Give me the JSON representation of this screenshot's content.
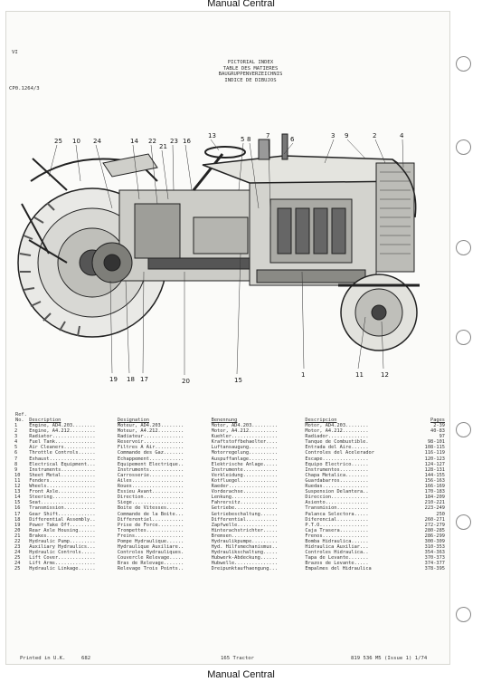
{
  "banner": {
    "top": "Manual Central",
    "bottom": "Manual Central"
  },
  "header": {
    "page_roman": "VI",
    "code": "CP0.1264/3",
    "title_lines": [
      "PICTORIAL INDEX",
      "TABLE DES MATIERES",
      "BAUGRUPPENVERZEICHNIS",
      "INDICE DE DIBUJOS"
    ]
  },
  "callouts": {
    "top": [
      "25",
      "10",
      "24",
      "14",
      "22",
      "21",
      "23",
      "16",
      "13",
      "5",
      "8",
      "7",
      "6",
      "3",
      "9",
      "2",
      "4"
    ],
    "bottom": [
      "19",
      "18",
      "17",
      "20",
      "15",
      "1",
      "11",
      "12"
    ]
  },
  "table": {
    "ref_header": [
      "Ref.",
      "No."
    ],
    "columns": [
      "Description",
      "Designation",
      "Benennung",
      "Descripcion",
      "Pages"
    ],
    "rows": [
      [
        "1",
        "Engine, AD4.203........",
        "Moteur, AD4.203........",
        "Motor, AD4.203.........",
        "Motor, AD4.203........",
        "2-39"
      ],
      [
        "2",
        "Engine, A4.212.........",
        "Moteur, A4.212.........",
        "Motor, A4.212..........",
        "Motor, A4.212.........",
        "40-83"
      ],
      [
        "3",
        "Radiator...............",
        "Radiateur..............",
        "Kuehler................",
        "Radiador..............",
        "97"
      ],
      [
        "4",
        "Fuel Tank..............",
        "Reservoir..............",
        "Kraftstoffbehaelter....",
        "Tanque de Combustible.",
        "98-101"
      ],
      [
        "5",
        "Air Cleaners...........",
        "Filtres A Air..........",
        "Luftansaugung..........",
        "Entrada del Aire......",
        "108-115"
      ],
      [
        "6",
        "Throttle Controls......",
        "Commande des Gaz.......",
        "Motorregelung..........",
        "Controles del Acelerador",
        "116-119"
      ],
      [
        "7",
        "Exhaust................",
        "Echappement............",
        "Auspuffanlage..........",
        "Escape................",
        "120-123"
      ],
      [
        "8",
        "Electrical Equipment...",
        "Equipement Electrique..",
        "Elektrische Anlage.....",
        "Equipo Electrico......",
        "124-127"
      ],
      [
        "9",
        "Instruments............",
        "Instruments............",
        "Instrumente............",
        "Instrumentos..........",
        "128-131"
      ],
      [
        "10",
        "Sheet Metal............",
        "Carrosserie............",
        "Verkleidung............",
        "Chapa Metalica........",
        "144-155"
      ],
      [
        "11",
        "Fenders................",
        "Ailes..................",
        "Kotfluegel.............",
        "Guardabarros..........",
        "156-163"
      ],
      [
        "12",
        "Wheels.................",
        "Roues..................",
        "Raeder.................",
        "Ruedas................",
        "166-169"
      ],
      [
        "13",
        "Front Axle.............",
        "Essieu Avant...........",
        "Vorderachse............",
        "Suspension Delantera..",
        "170-183"
      ],
      [
        "14",
        "Steering...............",
        "Direction..............",
        "Lenkung................",
        "Direccion.............",
        "184-209"
      ],
      [
        "15",
        "Seat...................",
        "Siege..................",
        "Fahrersitz.............",
        "Asiento...............",
        "210-221"
      ],
      [
        "16",
        "Transmission...........",
        "Boite de Vitesses......",
        "Getriebe...............",
        "Transmision...........",
        "223-249"
      ],
      [
        "17",
        "Gear Shift.............",
        "Commande de la Boite...",
        "Getriebeschaltung......",
        "Palanca Selectora.....",
        "250"
      ],
      [
        "18",
        "Differential Assembly..",
        "Differentiel...........",
        "Differential...........",
        "Diferencial...........",
        "260-271"
      ],
      [
        "19",
        "Power Take Off.........",
        "Prise de Force.........",
        "Zapfwelle..............",
        "P.T.O.................",
        "272-279"
      ],
      [
        "20",
        "Rear Axle Housing......",
        "Trompettes.............",
        "Hinterachstrichter.....",
        "Caja Trasera..........",
        "280-285"
      ],
      [
        "21",
        "Brakes.................",
        "Freins.................",
        "Bremsen................",
        "Frenos................",
        "286-299"
      ],
      [
        "22",
        "Hydraulic Pump.........",
        "Pompe Hydraulique......",
        "Hydraulikpumpe.........",
        "Bomba Hidraulica......",
        "300-309"
      ],
      [
        "23",
        "Auxiliary Hydraulics...",
        "Hydraulique Auxiliare..",
        "Hyd. Hilfsmechanismus..",
        "Hidraulica Auxiliar...",
        "310-353"
      ],
      [
        "24",
        "Hydraulic Controls.....",
        "Controles Hydrauliques.",
        "Hydraulikschaltung.....",
        "Controles Hidraulica..",
        "354-363"
      ],
      [
        "25",
        "Lift Cover.............",
        "Couvercle Relevage.....",
        "Hubwerk-Abdeckung......",
        "Tapa de Levante.......",
        "370-373"
      ],
      [
        "24",
        "Lift Arms..............",
        "Bras de Relevage.......",
        "Hubwelle...............",
        "Brazos de Levante.....",
        "374-377"
      ],
      [
        "25",
        "Hydraulic Linkage......",
        "Relevage Trois Points..",
        "Dreipunktaufhaengung...",
        "Empalmes del Hidraulica",
        "378-395"
      ]
    ]
  },
  "footer": {
    "left": "Printed in U.K.",
    "num": "682",
    "center": "165 Tractor",
    "right": "819 536 M5 (Issue 1) 1/74"
  }
}
